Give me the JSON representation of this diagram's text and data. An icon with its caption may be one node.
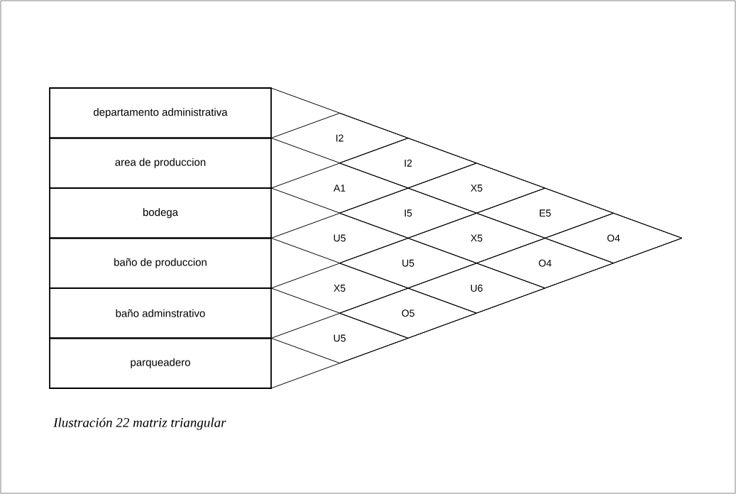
{
  "diagram": {
    "caption": "Ilustración 22 matriz triangular",
    "nodes": [
      {
        "text": [
          "departamento administrativa"
        ]
      },
      {
        "text": [
          "area de produccion"
        ]
      },
      {
        "text": [
          "bodega"
        ]
      },
      {
        "text": [
          "baño de produccion"
        ]
      },
      {
        "text": [
          "baño adminstrativo"
        ]
      },
      {
        "text": [
          "parqueadero"
        ]
      },
      {
        "text": [
          "I2"
        ]
      },
      {
        "text": [
          "I2"
        ]
      },
      {
        "text": [
          "A1"
        ]
      },
      {
        "text": [
          "X5"
        ]
      },
      {
        "text": [
          "I5"
        ]
      },
      {
        "text": [
          "E5"
        ]
      },
      {
        "text": [
          "U5"
        ]
      },
      {
        "text": [
          "X5"
        ]
      },
      {
        "text": [
          "O4"
        ]
      },
      {
        "text": [
          "U5"
        ]
      },
      {
        "text": [
          "O4"
        ]
      },
      {
        "text": [
          "X5"
        ]
      },
      {
        "text": [
          "U6"
        ]
      },
      {
        "text": [
          "O5"
        ]
      },
      {
        "text": [
          "U5"
        ]
      }
    ]
  }
}
